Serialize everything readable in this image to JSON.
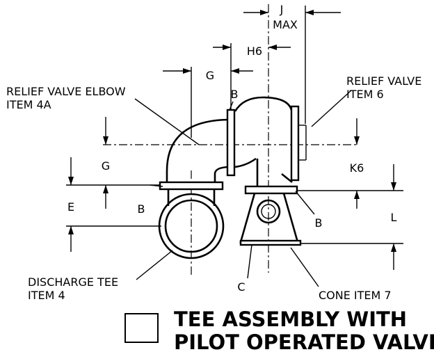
{
  "dimensions": {
    "j_line1": "J",
    "j_line2": "MAX",
    "h6": "H6",
    "g_top": "G",
    "g_left": "G",
    "k6": "K6",
    "e": "E",
    "l": "L"
  },
  "callouts": {
    "relief_valve_elbow_line1": "RELIEF VALVE ELBOW",
    "relief_valve_elbow_line2": "ITEM 4A",
    "relief_valve_line1": "RELIEF VALVE",
    "relief_valve_line2": "ITEM 6",
    "discharge_tee_line1": "DISCHARGE TEE",
    "discharge_tee_line2": "ITEM 4",
    "cone_item": "CONE ITEM 7",
    "b_top": "B",
    "b_left": "B",
    "b_right": "B",
    "c": "C"
  },
  "legend": {
    "title_line1": "TEE ASSEMBLY WITH",
    "title_line2": "PILOT OPERATED VALVE"
  }
}
